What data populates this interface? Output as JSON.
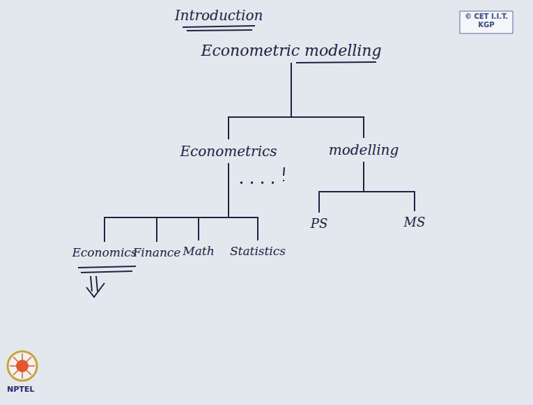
{
  "diagram": {
    "title": "Introduction",
    "nodes": [
      {
        "text": [
          "Econometric modelling"
        ]
      },
      {
        "text": [
          "Econometrics"
        ]
      },
      {
        "text": [
          "modelling"
        ]
      },
      {
        "text": [
          "Economics"
        ]
      },
      {
        "text": [
          "Finance"
        ]
      },
      {
        "text": [
          "Math"
        ]
      },
      {
        "text": [
          "Statistics"
        ]
      },
      {
        "text": [
          "PS"
        ]
      },
      {
        "text": [
          "MS"
        ]
      }
    ],
    "edges": [
      {
        "from": 0,
        "to": 1,
        "arrow": "none"
      },
      {
        "from": 0,
        "to": 2,
        "arrow": "none"
      },
      {
        "from": 1,
        "to": 3,
        "arrow": "none"
      },
      {
        "from": 1,
        "to": 4,
        "arrow": "none"
      },
      {
        "from": 1,
        "to": 5,
        "arrow": "none"
      },
      {
        "from": 1,
        "to": 6,
        "arrow": "none"
      },
      {
        "from": 2,
        "to": 7,
        "arrow": "none"
      },
      {
        "from": 2,
        "to": 8,
        "arrow": "none"
      }
    ],
    "labels": [
      "© CET I.I.T. KGP",
      "NPTEL"
    ]
  }
}
